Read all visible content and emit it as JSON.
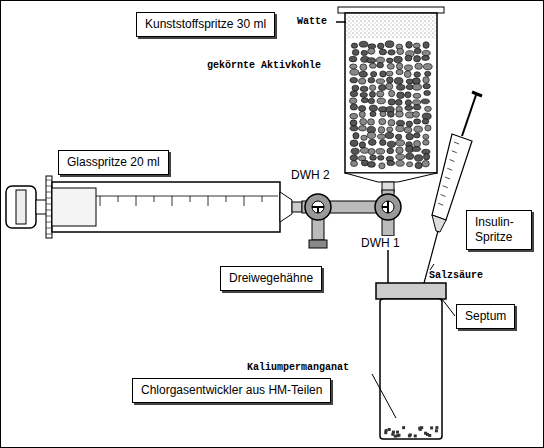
{
  "diagram": {
    "nodes": [
      {
        "text": [
          "Kunststoffspritze 30 ml"
        ]
      },
      {
        "text": [
          "Glasspritze 20 ml"
        ]
      },
      {
        "text": [
          "Insulin-Spritze"
        ]
      },
      {
        "text": [
          "Dreiwegehähne"
        ]
      },
      {
        "text": [
          "Septum"
        ]
      },
      {
        "text": [
          "Chlorgasentwickler aus HM-Teilen"
        ]
      }
    ],
    "labels": [
      "Watte",
      "gekörnte Aktivkohle",
      "DWH 2",
      "DWH 1",
      "Salzsäure",
      "Kaliumpermanganat"
    ]
  }
}
